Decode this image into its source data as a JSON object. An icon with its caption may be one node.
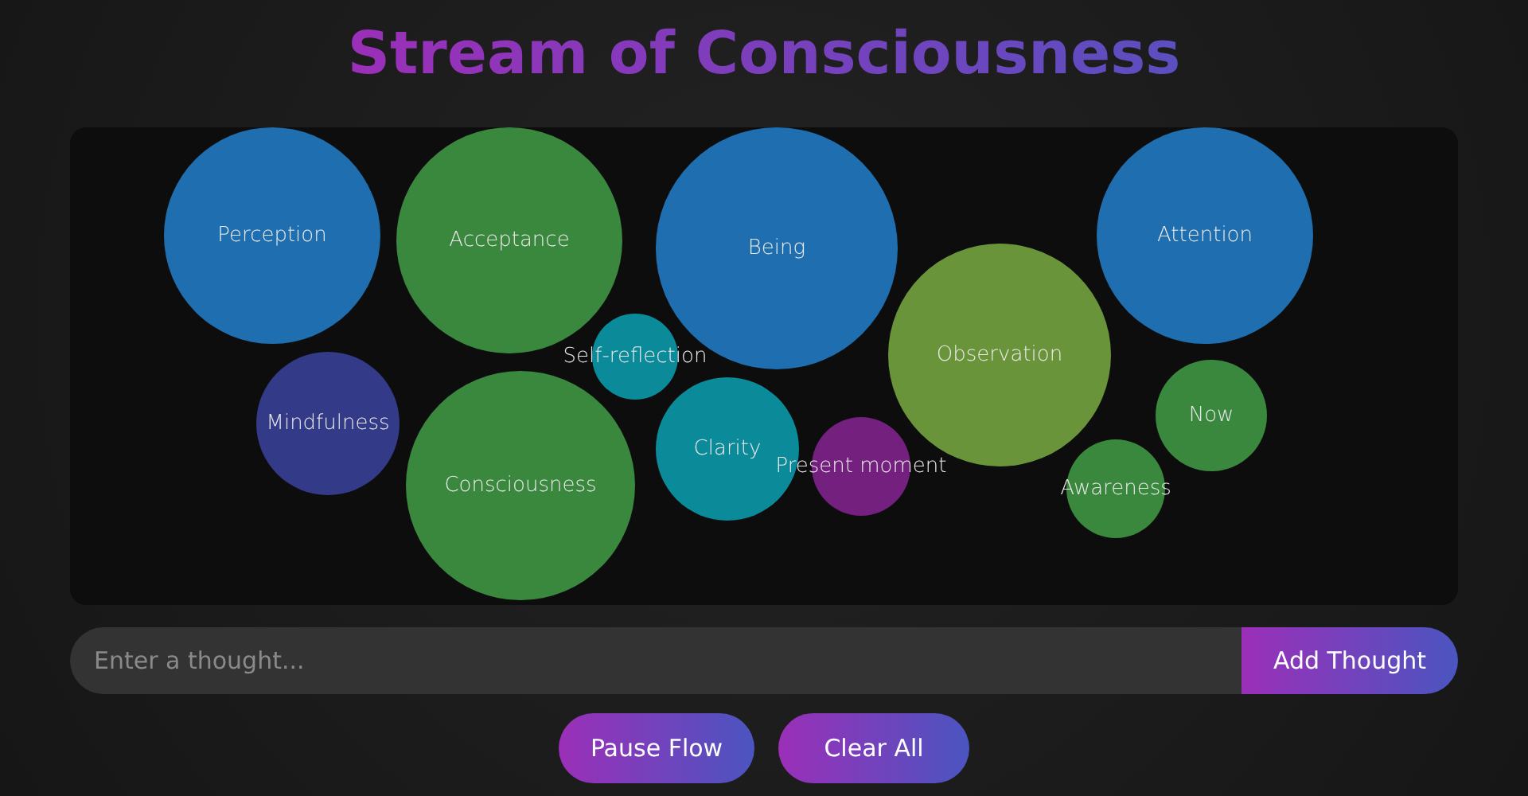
{
  "diagram": {
    "title": "Stream of Consciousness",
    "nodes": [
      {
        "text": [
          "Perception"
        ]
      },
      {
        "text": [
          "Acceptance"
        ]
      },
      {
        "text": [
          "Being"
        ]
      },
      {
        "text": [
          "Attention"
        ]
      },
      {
        "text": [
          "Self-reflection"
        ]
      },
      {
        "text": [
          "Observation"
        ]
      },
      {
        "text": [
          "Mindfulness"
        ]
      },
      {
        "text": [
          "Now"
        ]
      },
      {
        "text": [
          "Clarity"
        ]
      },
      {
        "text": [
          "Present moment"
        ]
      },
      {
        "text": [
          "Consciousness"
        ]
      },
      {
        "text": [
          "Awareness"
        ]
      }
    ],
    "labels": [
      "Enter a thought...",
      "Add Thought",
      "Pause Flow",
      "Clear All"
    ]
  }
}
